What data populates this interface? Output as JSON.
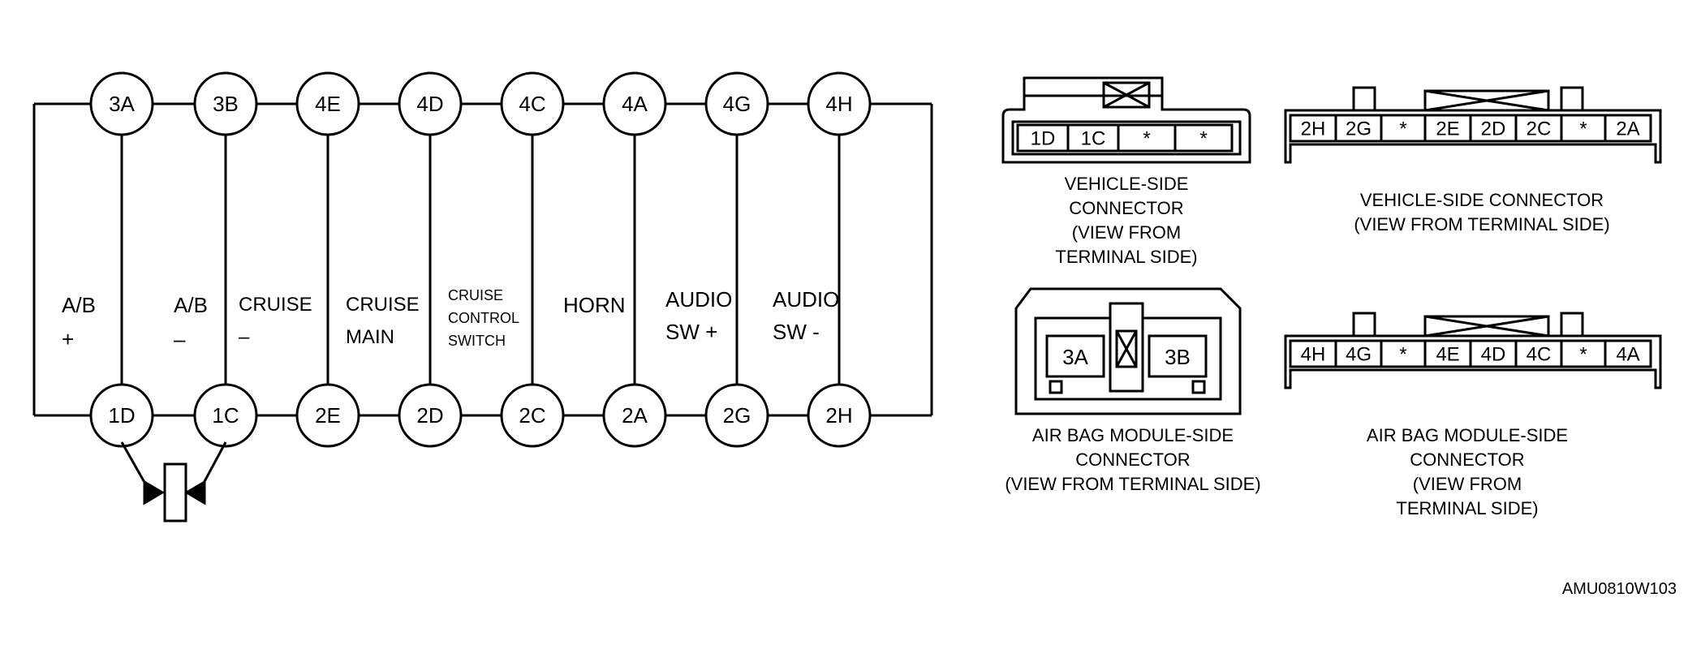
{
  "schematic": {
    "top_terminals": [
      "3A",
      "3B",
      "4E",
      "4D",
      "4C",
      "4A",
      "4G",
      "4H"
    ],
    "bottom_terminals": [
      "1D",
      "1C",
      "2E",
      "2D",
      "2C",
      "2A",
      "2G",
      "2H"
    ],
    "circuit_labels": [
      [
        "A/B",
        "+"
      ],
      [
        "A/B",
        "–"
      ],
      [
        "CRUISE",
        "–"
      ],
      [
        "CRUISE",
        "MAIN"
      ],
      [
        "CRUISE",
        "CONTROL",
        "SWITCH"
      ],
      [
        "HORN"
      ],
      [
        "AUDIO",
        "SW +"
      ],
      [
        "AUDIO",
        "SW -"
      ]
    ]
  },
  "connectors": {
    "vehicle_side_small": {
      "pins": [
        "1D",
        "1C",
        "*",
        "*"
      ],
      "caption": [
        "VEHICLE-SIDE",
        "CONNECTOR",
        "(VIEW FROM",
        "TERMINAL SIDE)"
      ]
    },
    "vehicle_side_large": {
      "pins": [
        "2H",
        "2G",
        "*",
        "2E",
        "2D",
        "2C",
        "*",
        "2A"
      ],
      "caption": [
        "VEHICLE-SIDE CONNECTOR",
        "(VIEW FROM TERMINAL SIDE)"
      ]
    },
    "airbag_small": {
      "pins": [
        "3A",
        "3B"
      ],
      "caption": [
        "AIR BAG MODULE-SIDE",
        "CONNECTOR",
        "(VIEW FROM TERMINAL SIDE)"
      ]
    },
    "airbag_large": {
      "pins": [
        "4H",
        "4G",
        "*",
        "4E",
        "4D",
        "4C",
        "*",
        "4A"
      ],
      "caption": [
        "AIR BAG MODULE-SIDE",
        "CONNECTOR",
        "(VIEW FROM",
        "TERMINAL SIDE)"
      ]
    }
  },
  "figure_id": "AMU0810W103"
}
